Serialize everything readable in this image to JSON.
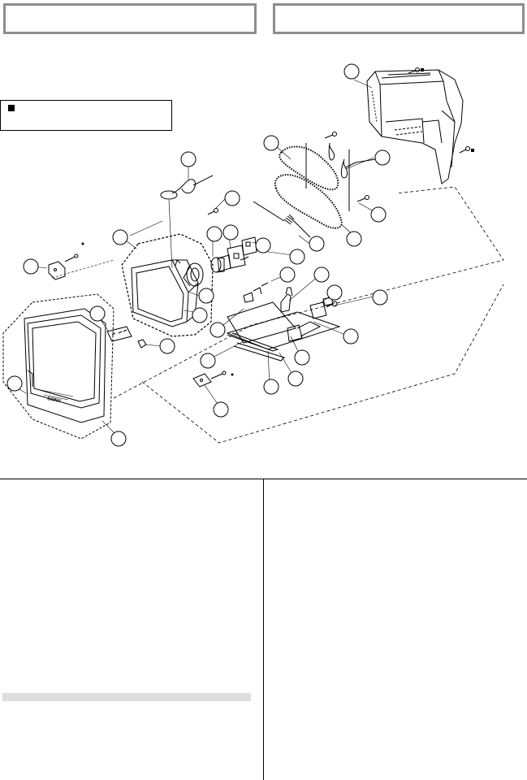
{
  "header": {
    "left_title": "",
    "right_title": ""
  },
  "legend": {
    "text": ""
  },
  "diagram": {
    "callouts": [
      {
        "id": "c1",
        "label": ""
      },
      {
        "id": "c2",
        "label": ""
      },
      {
        "id": "c3",
        "label": ""
      },
      {
        "id": "c4",
        "label": ""
      },
      {
        "id": "c5",
        "label": ""
      },
      {
        "id": "c6",
        "label": ""
      },
      {
        "id": "c7",
        "label": ""
      },
      {
        "id": "c8",
        "label": ""
      },
      {
        "id": "c9",
        "label": ""
      },
      {
        "id": "c10",
        "label": ""
      },
      {
        "id": "c11",
        "label": ""
      },
      {
        "id": "c12",
        "label": ""
      },
      {
        "id": "c13",
        "label": ""
      },
      {
        "id": "c14",
        "label": ""
      },
      {
        "id": "c15",
        "label": ""
      },
      {
        "id": "c16",
        "label": ""
      },
      {
        "id": "c17",
        "label": ""
      },
      {
        "id": "c18",
        "label": ""
      },
      {
        "id": "c19",
        "label": ""
      },
      {
        "id": "c20",
        "label": ""
      },
      {
        "id": "c21",
        "label": ""
      },
      {
        "id": "c22",
        "label": ""
      },
      {
        "id": "c23",
        "label": ""
      },
      {
        "id": "c24",
        "label": ""
      },
      {
        "id": "c25",
        "label": ""
      },
      {
        "id": "c26",
        "label": ""
      },
      {
        "id": "c27",
        "label": ""
      },
      {
        "id": "c28",
        "label": ""
      },
      {
        "id": "c29",
        "label": ""
      },
      {
        "id": "c30",
        "label": ""
      },
      {
        "id": "c31",
        "label": ""
      }
    ],
    "brand_logo": "SONY"
  },
  "colors": {
    "header_border": "#8d8d8d",
    "shade_bar": "#dedede",
    "line": "#000000"
  }
}
